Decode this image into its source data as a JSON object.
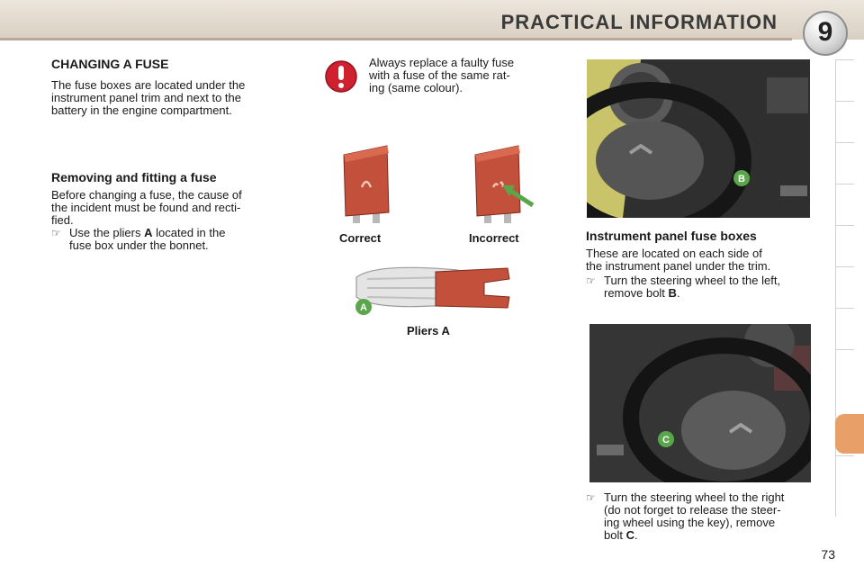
{
  "header": {
    "title": "PRACTICAL INFORMATION",
    "chapter": "9"
  },
  "left": {
    "heading": "CHANGING A FUSE",
    "intro": [
      "The fuse boxes are located under the",
      "instrument panel trim and next to the",
      "battery in the engine compartment."
    ],
    "sub_heading": "Removing and fitting a fuse",
    "body": [
      "Before changing a fuse, the cause of",
      "the incident must be found and recti-",
      "fied."
    ],
    "bullet_icon": "finger-pointer-icon",
    "bullet": {
      "prefix": "Use  the  pliers",
      "bold": "A",
      "suffix": "located  in  the",
      "line2": "fuse box under the bonnet."
    }
  },
  "middle": {
    "warning_icon": "exclamation-icon",
    "warning_lines": [
      "Always  replace  a  faulty  fuse",
      "with  a  fuse  of  the  same  rat-",
      "ing (same colour)."
    ],
    "fuse_correct_label": "Correct",
    "fuse_incorrect_label": "Incorrect",
    "pliers_label": "Pliers A",
    "pliers_marker": "A"
  },
  "right": {
    "photo1_marker": "B",
    "heading": "Instrument panel fuse boxes",
    "body": [
      "These  are  located  on  each  side  of",
      "the instrument panel under the trim."
    ],
    "bullet1": {
      "line1": "Turn the steering wheel to the left,",
      "line2_prefix": "remove bolt",
      "bold": "B",
      "suffix": "."
    },
    "photo2_marker": "C",
    "bullet2": {
      "lines": [
        "Turn the steering wheel to the right",
        "(do not forget to release the steer-",
        "ing  wheel  using  the  key),  remove"
      ],
      "last_prefix": "bolt",
      "bold": "C",
      "suffix": "."
    }
  },
  "page_number": "73",
  "colors": {
    "accent_tab": "#e8a068",
    "fuse_red": "#c2503a",
    "marker_green": "#5aa64a",
    "warning_red": "#d01f2f"
  }
}
